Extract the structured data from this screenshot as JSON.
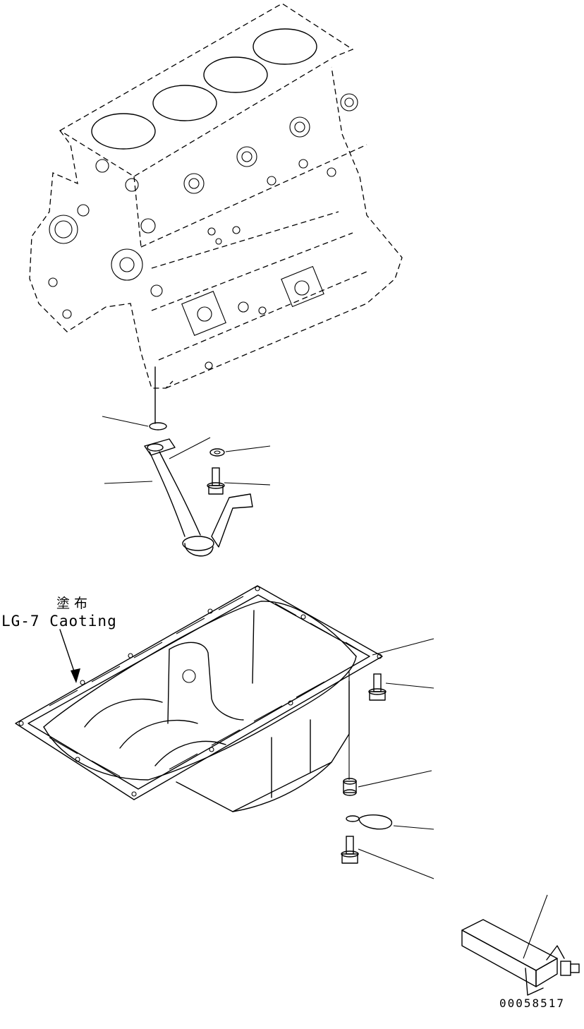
{
  "notes": {
    "coating_jp": "塗布",
    "coating_en": "LG-7 Caoting"
  },
  "drawing_number": "00058517",
  "line_color": "#000000",
  "background_color": "#ffffff"
}
